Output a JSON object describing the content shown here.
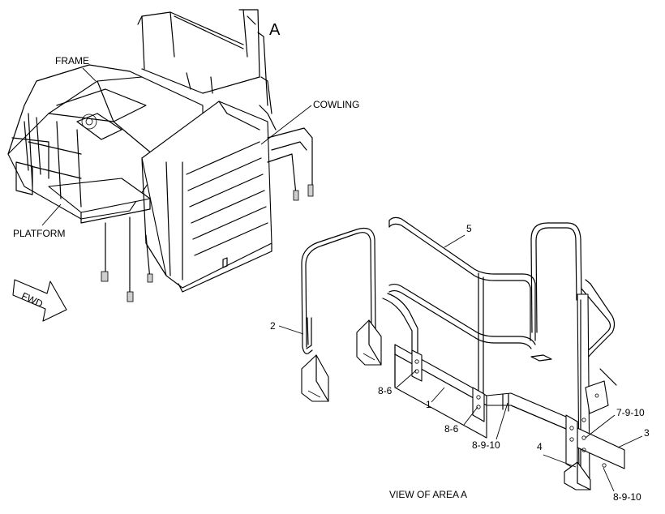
{
  "labels": {
    "frame": "FRAME",
    "cowling": "COWLING",
    "platform": "PLATFORM",
    "area": "A",
    "fwd": "FWD",
    "view_caption": "VIEW OF AREA  A"
  },
  "callouts": {
    "p1": "1",
    "p2": "2",
    "p3": "3",
    "p4": "4",
    "p5": "5",
    "f86_a": "8-6",
    "f86_b": "8-6",
    "f8910_a": "8-9-10",
    "f8910_b": "8-9-10",
    "f7910": "7-9-10"
  }
}
